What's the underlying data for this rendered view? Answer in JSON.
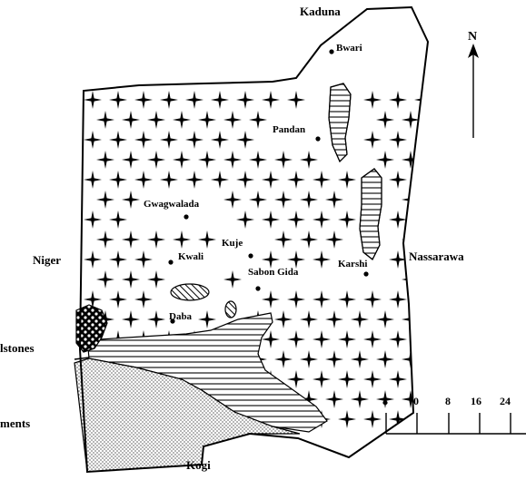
{
  "neighbors": {
    "north": "Kaduna",
    "west": "Niger",
    "east": "Nassarawa",
    "south": "Kogi"
  },
  "legend_fragments": {
    "mudstones": "lstones",
    "sediments": "ments"
  },
  "north_arrow": {
    "label": "N"
  },
  "towns": [
    {
      "name": "Bwari"
    },
    {
      "name": "Pandan"
    },
    {
      "name": "Gwagwalada"
    },
    {
      "name": "Kuje"
    },
    {
      "name": "Kwali"
    },
    {
      "name": "Sabon Gida"
    },
    {
      "name": "Karshi"
    },
    {
      "name": "Daba"
    }
  ],
  "scale_bar": {
    "labels": [
      "8",
      "0",
      "8",
      "16",
      "24"
    ]
  }
}
